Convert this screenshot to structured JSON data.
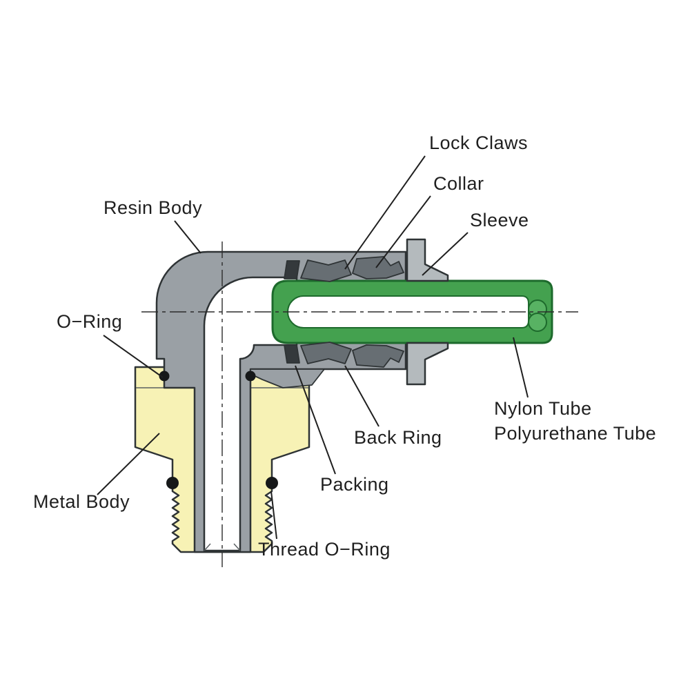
{
  "labels": {
    "lock_claws": "Lock Claws",
    "collar": "Collar",
    "sleeve": "Sleeve",
    "resin_body": "Resin Body",
    "o_ring": "O−Ring",
    "tube_line1": "Nylon Tube",
    "tube_line2": "Polyurethane Tube",
    "back_ring": "Back Ring",
    "packing": "Packing",
    "metal_body": "Metal Body",
    "thread_o_ring": "Thread O−Ring"
  },
  "colors": {
    "background": "#ffffff",
    "resin_gray": "#9aa0a5",
    "hardware_dark_gray": "#676e73",
    "packing_dark": "#34393c",
    "sleeve_gray": "#b4babd",
    "tube_green": "#44a14f",
    "tube_green_dark": "#1d6a2c",
    "tube_end_green": "#58b263",
    "metal_yellow": "#f7f2b5",
    "bore_white": "#ffffff",
    "oring_black": "#161819",
    "outline": "#2e3335",
    "label_text": "#1f1f1f"
  }
}
